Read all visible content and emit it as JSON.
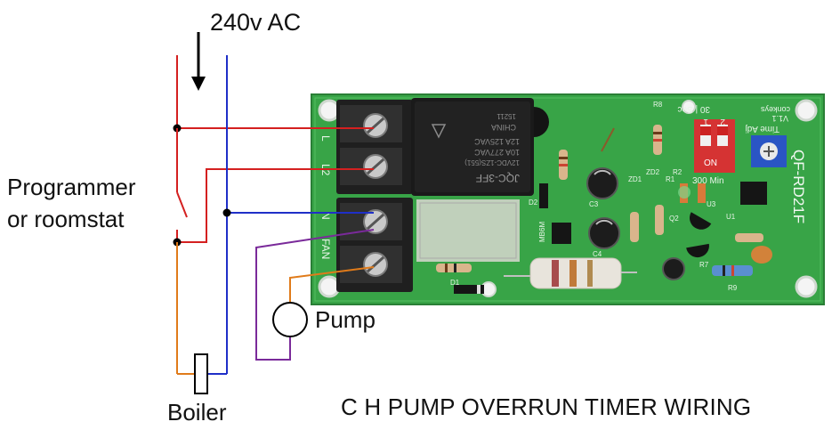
{
  "diagram": {
    "title": "C H PUMP OVERRUN TIMER WIRING",
    "labels": {
      "supply": "240v AC",
      "switch_line1": "Programmer",
      "switch_line2": "or roomstat",
      "pump": "Pump",
      "boiler": "Boiler"
    },
    "terminals": [
      "L",
      "L2",
      "N",
      "FAN"
    ],
    "board": {
      "model": "QF-RD21F",
      "version": "V1.1",
      "brand": "conkeys",
      "time_adj": "Time Adj",
      "dip_on": "ON",
      "dip_1": "1",
      "dip_2": "2",
      "sec_label": "30 | Sec",
      "min_label": "300 Min",
      "relay_brand": "JQC-3FF",
      "relay_coil": "12VDC-1ZS(551)",
      "relay_rating_1": "10A 277VAC",
      "relay_rating_2": "12A 125VAC",
      "relay_origin": "CHINA",
      "relay_code": "15211",
      "refs": [
        "R8",
        "R1",
        "R2",
        "ZD2",
        "ZD1",
        "R7",
        "R9",
        "U3",
        "U1",
        "Q2",
        "C3",
        "C4",
        "D1",
        "D2",
        "MB6M"
      ]
    },
    "wire_colors": {
      "live": "#d42020",
      "neutral": "#1f2fc8",
      "switched_live": "#e07b1a",
      "fan": "#7a2a9a",
      "pcb": "#2e9b3e"
    }
  }
}
